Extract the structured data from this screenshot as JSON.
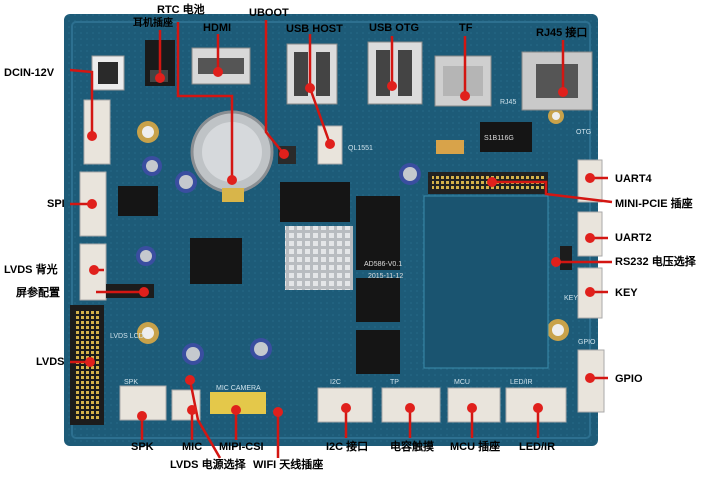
{
  "labels": {
    "rtc": "RTC 电池",
    "earphone": "耳机插座",
    "hdmi": "HDMI",
    "uboot": "UBOOT",
    "usb_host": "USB HOST",
    "usb_otg": "USB OTG",
    "tf": "TF",
    "rj45": "RJ45 接口",
    "dcin": "DCIN-12V",
    "spi": "SPI",
    "lvds_backlight": "LVDS 背光",
    "screen_config": "屏参配置",
    "lvds": "LVDS",
    "uart4": "UART4",
    "mini_pcie": "MINI-PCIE 插座",
    "uart2": "UART2",
    "rs232": "RS232 电压选择",
    "key": "KEY",
    "gpio": "GPIO",
    "spk": "SPK",
    "mic": "MIC",
    "mipi_csi": "MIPI-CSI",
    "lvds_power": "LVDS 电源选择",
    "wifi": "WIFI 天线插座",
    "i2c": "I2C 接口",
    "touch": "电容触摸",
    "mcu": "MCU 插座",
    "led_ir": "LED/IR"
  },
  "board_text": {
    "rj45_mark": "RJ45",
    "chip_mark": "S1B116G",
    "model": "AD586-V0.1",
    "date": "2015-11-12",
    "qr": "QL1551",
    "lvds_silk": "LVDS LCD",
    "cam_silk": "MIC CAMERA",
    "mcu_silk": "MCU",
    "led_silk": "LED/IR",
    "i2c_silk": "I2C",
    "tp_silk": "TP",
    "key_silk": "KEY",
    "gpio_silk": "GPIO",
    "spk_silk": "SPK",
    "otg_silk": "OTG"
  },
  "colors": {
    "pcb": "#1d5b78",
    "pcb_dark": "#123f57",
    "connector": "#e9e4dc",
    "marker": "#e0201c",
    "line": "#d31612",
    "chip": "#151515",
    "metal": "#c9cccf"
  }
}
